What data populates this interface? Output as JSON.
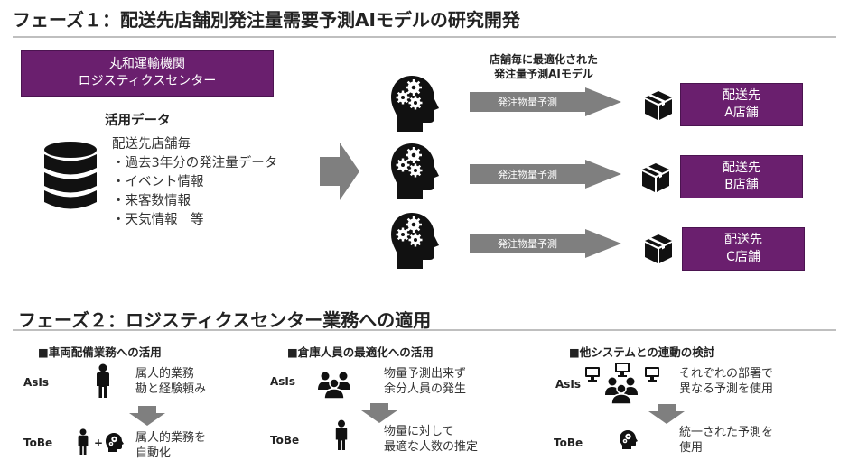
{
  "phase1": {
    "title": "フェーズ１：配送先店舗別発注量需要予測AIモデルの研究開発",
    "center_box": [
      "丸和運輸機関",
      "ロジスティクスセンター"
    ],
    "data_heading": "活用データ",
    "data_lines": [
      "配送先店舗毎",
      "・過去3年分の発注量データ",
      "・イベント情報",
      "・来客数情報",
      "・天気情報　等"
    ],
    "model_caption": [
      "店舗毎に最適化された",
      "発注量予測AIモデル"
    ],
    "arrow_label": "発注物量予測",
    "stores": [
      [
        "配送先",
        "A店舗"
      ],
      [
        "配送先",
        "B店舗"
      ],
      [
        "配送先",
        "C店舗"
      ]
    ]
  },
  "phase2": {
    "title": "フェーズ２：ロジスティクスセンター業務への適用",
    "columns": [
      {
        "heading": "■車両配備業務への活用",
        "asis_label": "AsIs",
        "asis_text": [
          "属人的業務",
          "勘と経験頼み"
        ],
        "tobe_label": "ToBe",
        "tobe_text": [
          "属人的業務を",
          "自動化"
        ],
        "plus": "+"
      },
      {
        "heading": "■倉庫人員の最適化への活用",
        "asis_label": "AsIs",
        "asis_text": [
          "物量予測出来ず",
          "余分人員の発生"
        ],
        "tobe_label": "ToBe",
        "tobe_text": [
          "物量に対して",
          "最適な人数の推定"
        ]
      },
      {
        "heading": "■他システムとの連動の検討",
        "asis_label": "AsIs",
        "asis_text": [
          "それぞれの部署で",
          "異なる予測を使用"
        ],
        "tobe_label": "ToBe",
        "tobe_text": [
          "統一された予測を",
          "使用"
        ]
      }
    ]
  },
  "colors": {
    "accent": "#6a1f6e",
    "arrow": "#7f7f7f",
    "icon": "#111111"
  },
  "icons": [
    "database-icon",
    "ai-head-gears-icon",
    "box-icon",
    "person-icon",
    "group-icon",
    "computer-icon",
    "down-arrow-icon"
  ]
}
